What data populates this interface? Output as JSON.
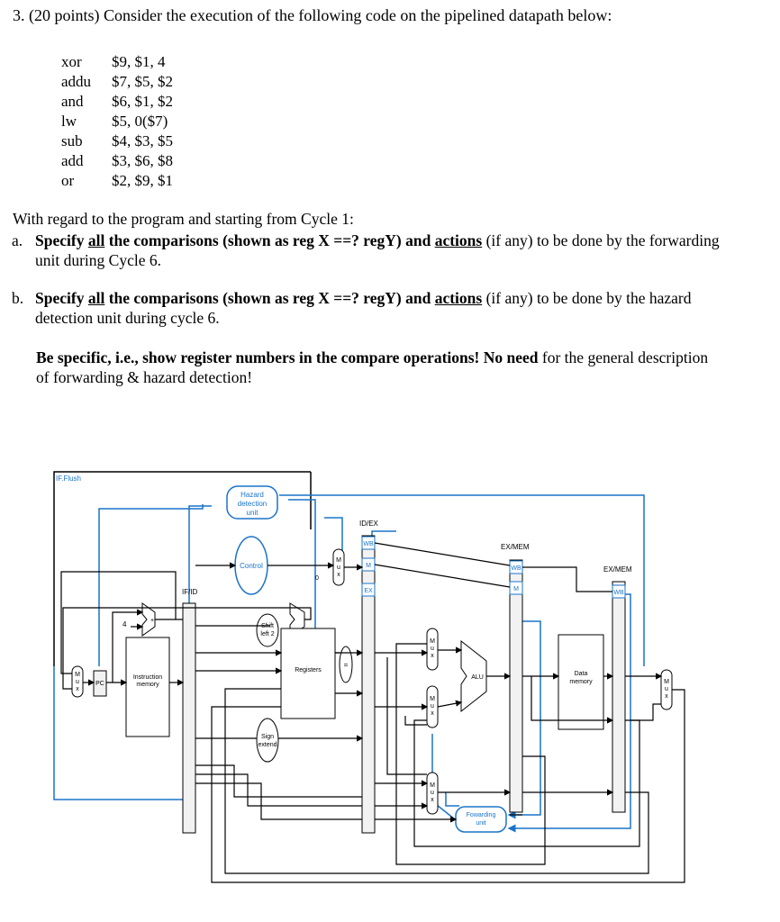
{
  "question": {
    "title": "3. (20 points) Consider the execution of the following code on the pipelined datapath below:"
  },
  "code": [
    {
      "op": "xor",
      "args": "$9, $1, 4"
    },
    {
      "op": "addu",
      "args": "$7, $5, $2"
    },
    {
      "op": "and",
      "args": "$6, $1, $2"
    },
    {
      "op": "lw",
      "args": "$5, 0($7)"
    },
    {
      "op": "sub",
      "args": "$4, $3, $5"
    },
    {
      "op": "add",
      "args": "$3, $6, $8"
    },
    {
      "op": "or",
      "args": "$2, $9, $1"
    }
  ],
  "context": "With regard to the program and starting from Cycle 1:",
  "part_a": {
    "tag": "a.",
    "b1": "Specify ",
    "u1": "all",
    "b2": " the comparisons (shown as reg X ==? regY) and ",
    "u2": "actions",
    "rest": " (if any) to be done by the forwarding",
    "line2": "unit during Cycle 6."
  },
  "part_b": {
    "tag": "b.",
    "b1": "Specify ",
    "u1": "all",
    "b2": " the comparisons (shown as reg X ==? regY) and ",
    "u2": "actions",
    "rest": " (if any) to be done by the hazard",
    "line2": "detection unit during cycle 6."
  },
  "note": {
    "b1": "Be specific, i.e., show register numbers in the compare operations!",
    "t1": " ",
    "b2": "No need",
    "t2": " for the general description",
    "line2": "of forwarding & hazard detection!"
  },
  "diagram": {
    "if_flush": "IF.Flush",
    "hazard": [
      "Hazard",
      "detection",
      "unit"
    ],
    "control": "Control",
    "id_ex": "ID/EX",
    "ex_mem": "EX/MEM",
    "mem_wb": "EX/MEM",
    "if_id": "IF/ID",
    "wb": "WB",
    "m": "M",
    "ex": "EX",
    "pc": "PC",
    "four": "4",
    "zero": "0",
    "shift": [
      "Shift",
      "left 2"
    ],
    "registers": "Registers",
    "equal": "=",
    "instr_mem": [
      "Instruction",
      "memory"
    ],
    "sign_ext": [
      "Sign",
      "extend"
    ],
    "alu": "ALU",
    "data_mem": [
      "Data",
      "memory"
    ],
    "fwd": [
      "Fowarding",
      "unit"
    ],
    "mux": [
      "M",
      "u",
      "x"
    ],
    "plus": "+",
    "colors": {
      "blue": "#1a73c8",
      "black": "#000000",
      "box_fill": "#f2f2f2"
    }
  }
}
